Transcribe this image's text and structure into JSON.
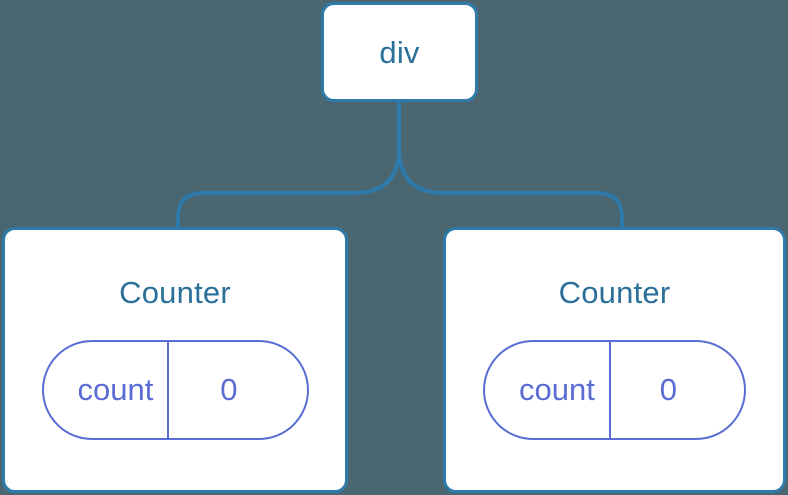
{
  "diagram": {
    "type": "component-tree",
    "background_color": "#4a6670",
    "root": {
      "label": "div",
      "border_color": "#2e7bab",
      "text_color": "#2b7099"
    },
    "children": [
      {
        "title": "Counter",
        "state": {
          "key": "count",
          "value": "0"
        }
      },
      {
        "title": "Counter",
        "state": {
          "key": "count",
          "value": "0"
        }
      }
    ],
    "edge_color": "#2e7bab",
    "state_color": "#5b6cd4"
  }
}
